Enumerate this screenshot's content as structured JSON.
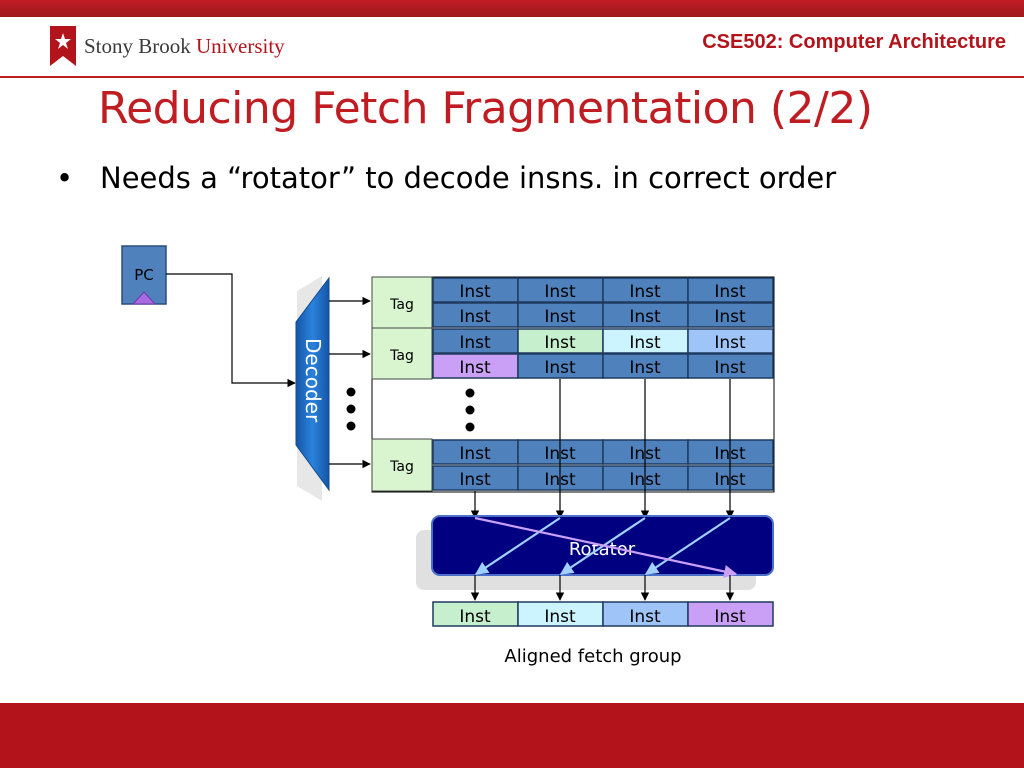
{
  "header": {
    "university_name": "Stony Brook",
    "university_suffix": "University",
    "course": "CSE502: Computer Architecture"
  },
  "slide": {
    "title": "Reducing Fetch Fragmentation (2/2)",
    "bullet": "Needs a “rotator” to decode insns. in correct order"
  },
  "diagram": {
    "pc_label": "PC",
    "decoder_label": "Decoder",
    "tag_label": "Tag",
    "inst_label": "Inst",
    "rotator_label": "Rotator",
    "output_caption": "Aligned fetch group",
    "colors": {
      "inst_blue": "#4f81bd",
      "inst_green": "#c6efce",
      "inst_cyan": "#ccf4ff",
      "inst_lightblue": "#9fc5f8",
      "inst_purple": "#c9a0f5",
      "tag_fill": "#d8f5d0",
      "decoder": "#1f6fc5",
      "rotator": "#000080",
      "accent": "#c01d23"
    }
  }
}
